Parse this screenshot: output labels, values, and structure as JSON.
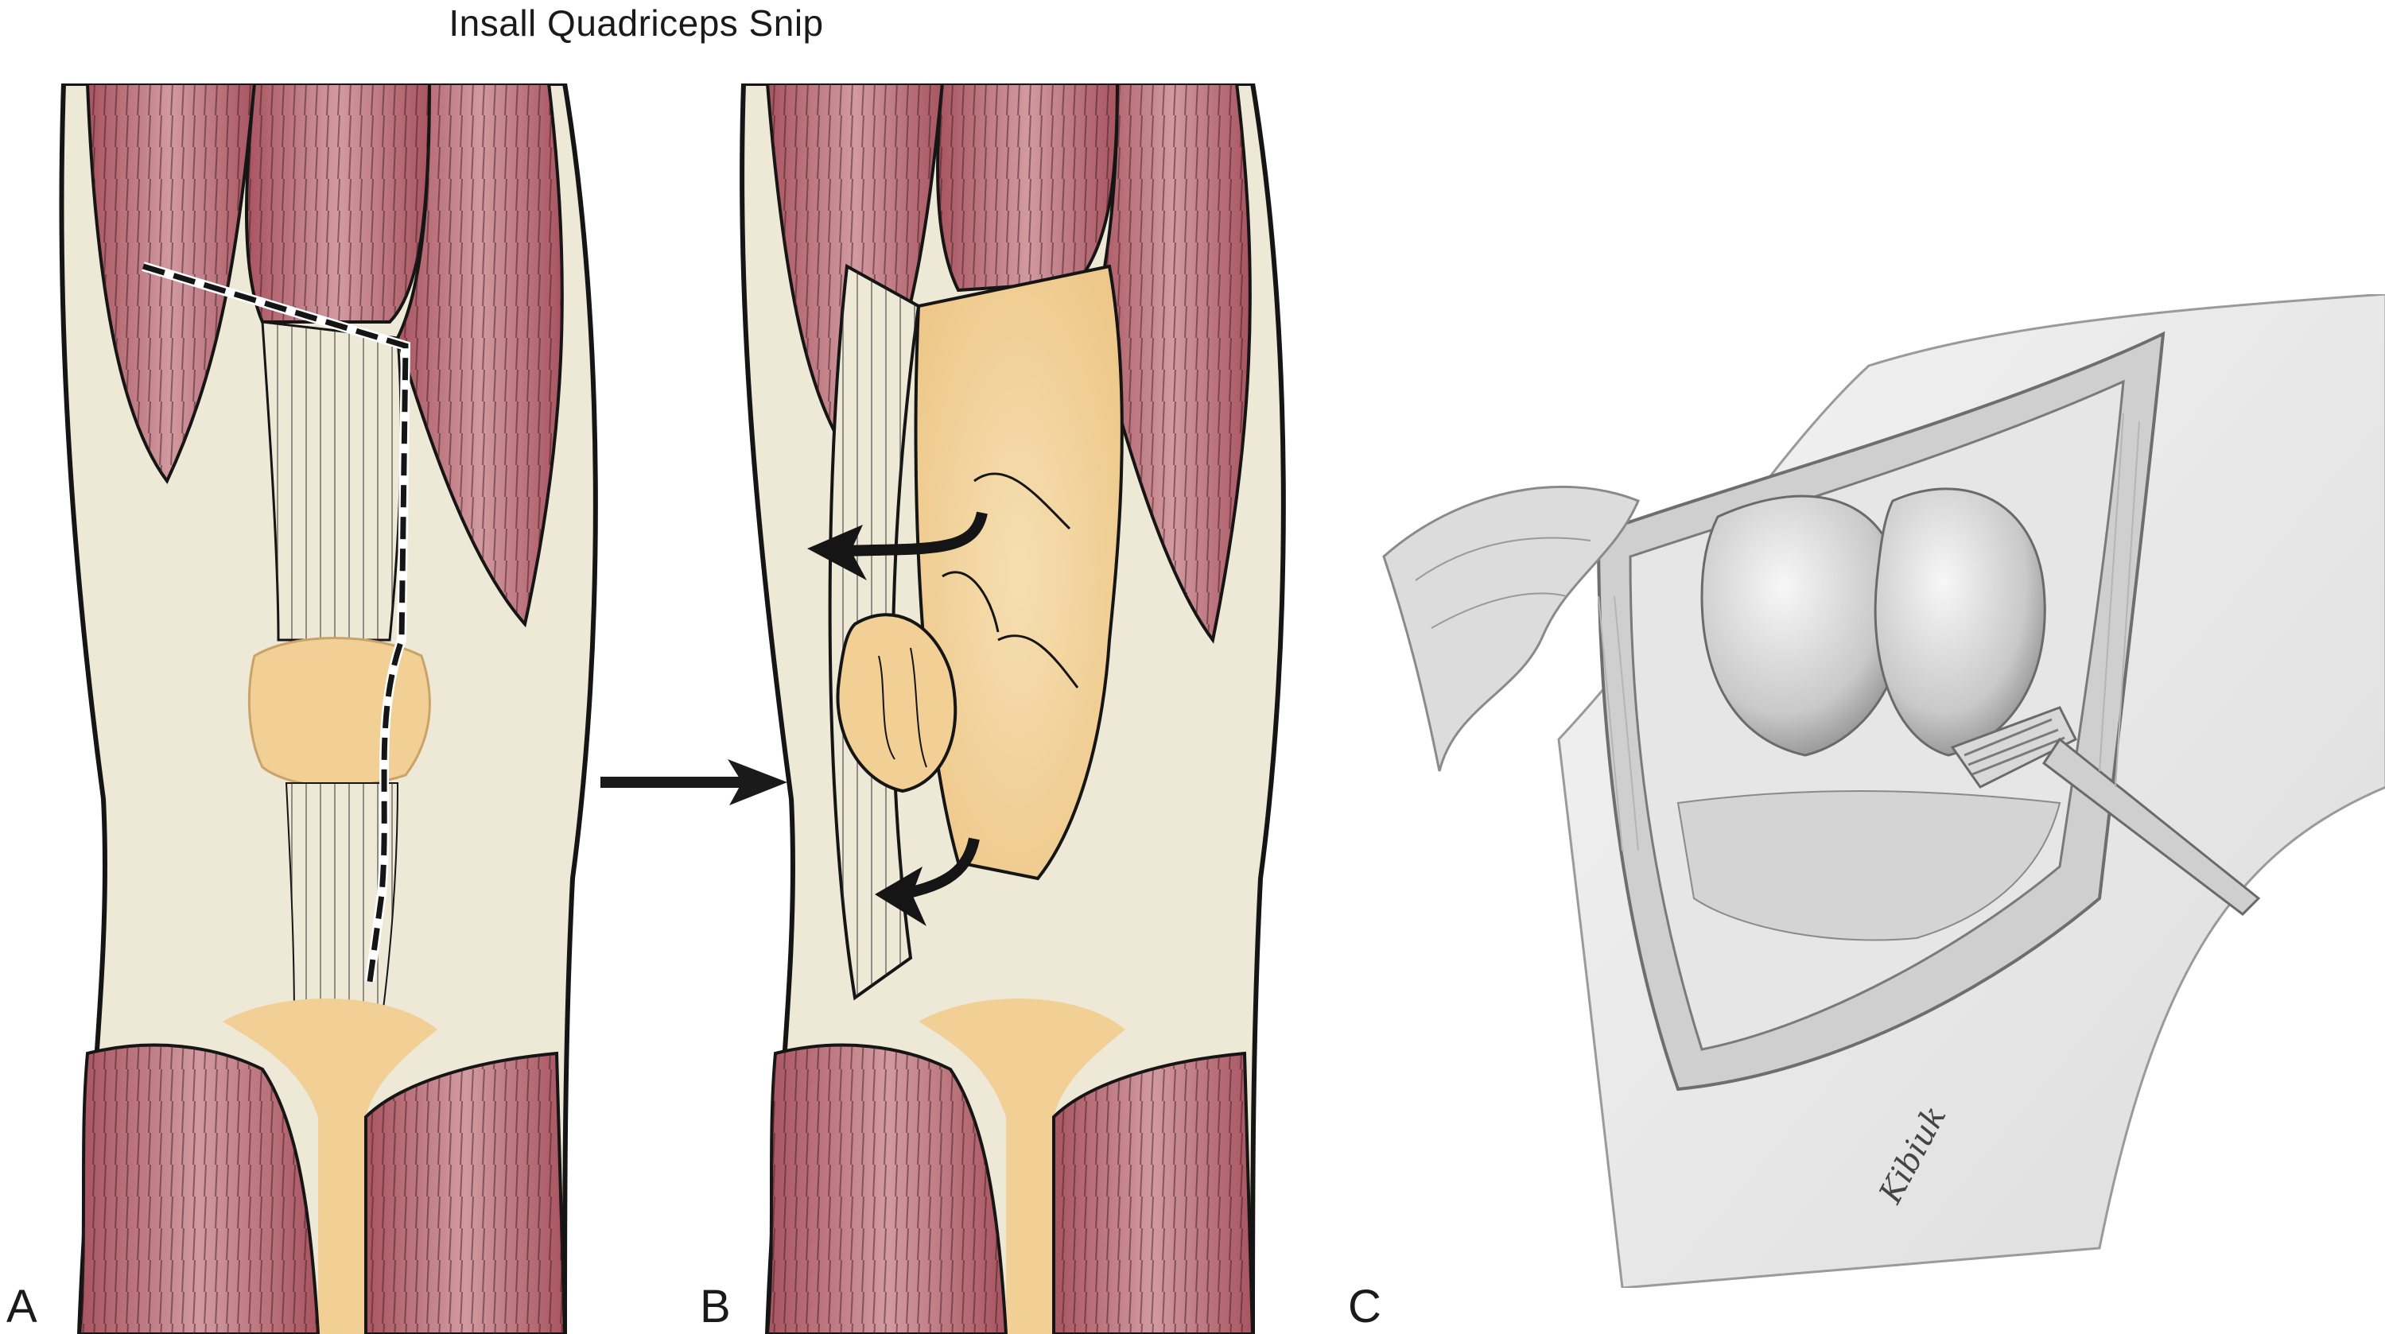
{
  "figure": {
    "title": "Insall Quadriceps Snip",
    "panels": [
      {
        "id": "A",
        "label": "A",
        "description": "Anterior knee showing planned quadriceps snip incision (dashed line) through quadriceps tendon and medial parapatellar arthrotomy"
      },
      {
        "id": "B",
        "label": "B",
        "description": "Quadriceps tendon snipped obliquely and patella everted laterally, exposing distal femur; curved arrows show eversion direction"
      },
      {
        "id": "C",
        "label": "C",
        "description": "Pencil rendering of surgical exposure of knee with patella everted and rake retractor in place"
      }
    ],
    "arrow_between_A_B": "right-arrow",
    "signature": "Kibiuk"
  },
  "colors": {
    "muscle_dark": "#a85560",
    "muscle_mid": "#c27a82",
    "muscle_light": "#dba7ab",
    "tendon": "#ede9d6",
    "tendon_shadow": "#d9d3b8",
    "bone": "#f1cf95",
    "bone_light": "#f6dfb2",
    "outline": "#151515",
    "pencil_dark": "#7a7a7a",
    "pencil_mid": "#b4b4b4",
    "pencil_light": "#e2e2e2"
  }
}
